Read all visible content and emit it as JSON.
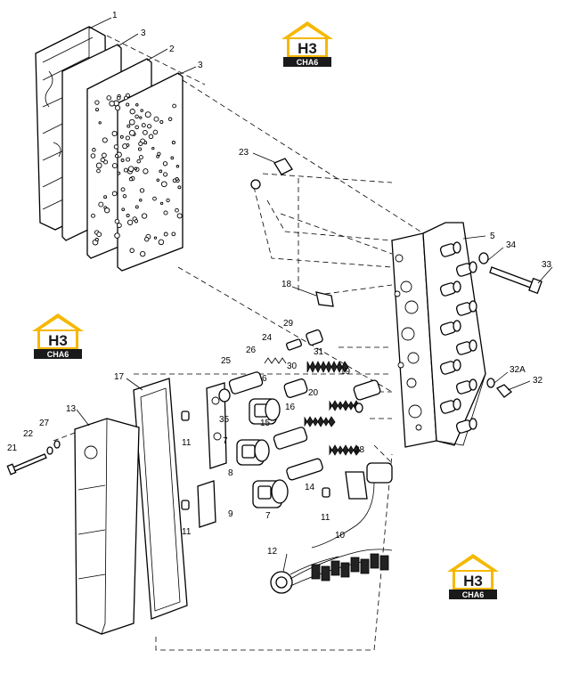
{
  "callouts": [
    "1",
    "3",
    "2",
    "3",
    "23",
    "5",
    "34",
    "33",
    "18",
    "29",
    "24",
    "26",
    "31",
    "25",
    "30",
    "6",
    "19",
    "20",
    "16",
    "15",
    "28",
    "17",
    "35",
    "7",
    "14",
    "8",
    "11",
    "13",
    "21",
    "22",
    "27",
    "11",
    "9",
    "7",
    "11",
    "10",
    "12",
    "32A",
    "32"
  ],
  "logo": {
    "badge_text": "H3",
    "caption": "CHA6",
    "brand_color": "#f5b800",
    "dark_color": "#1a1a1a"
  }
}
